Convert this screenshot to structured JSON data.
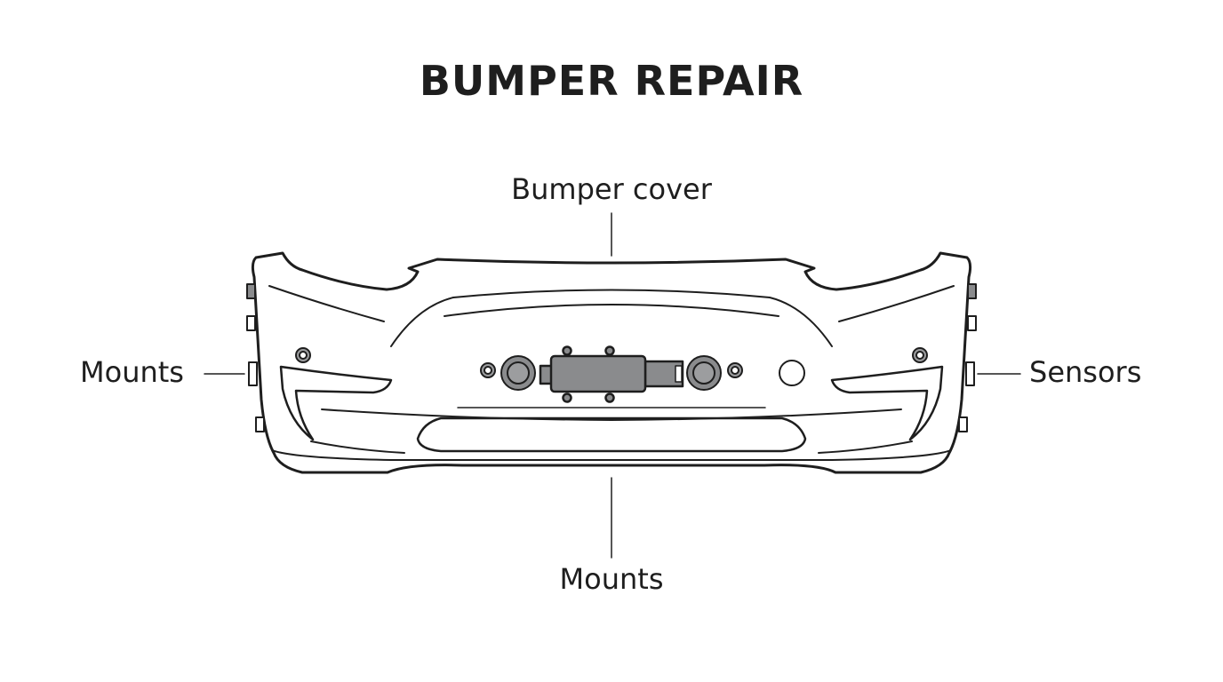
{
  "title": "BUMPER REPAIR",
  "labels": {
    "top": "Bumper cover",
    "left": "Mounts",
    "right": "Sensors",
    "bottom": "Mounts"
  },
  "colors": {
    "stroke": "#1e1e1e",
    "part_fill": "#8a8b8d",
    "sensor_fill": "#9c9d9f",
    "background": "#ffffff"
  }
}
